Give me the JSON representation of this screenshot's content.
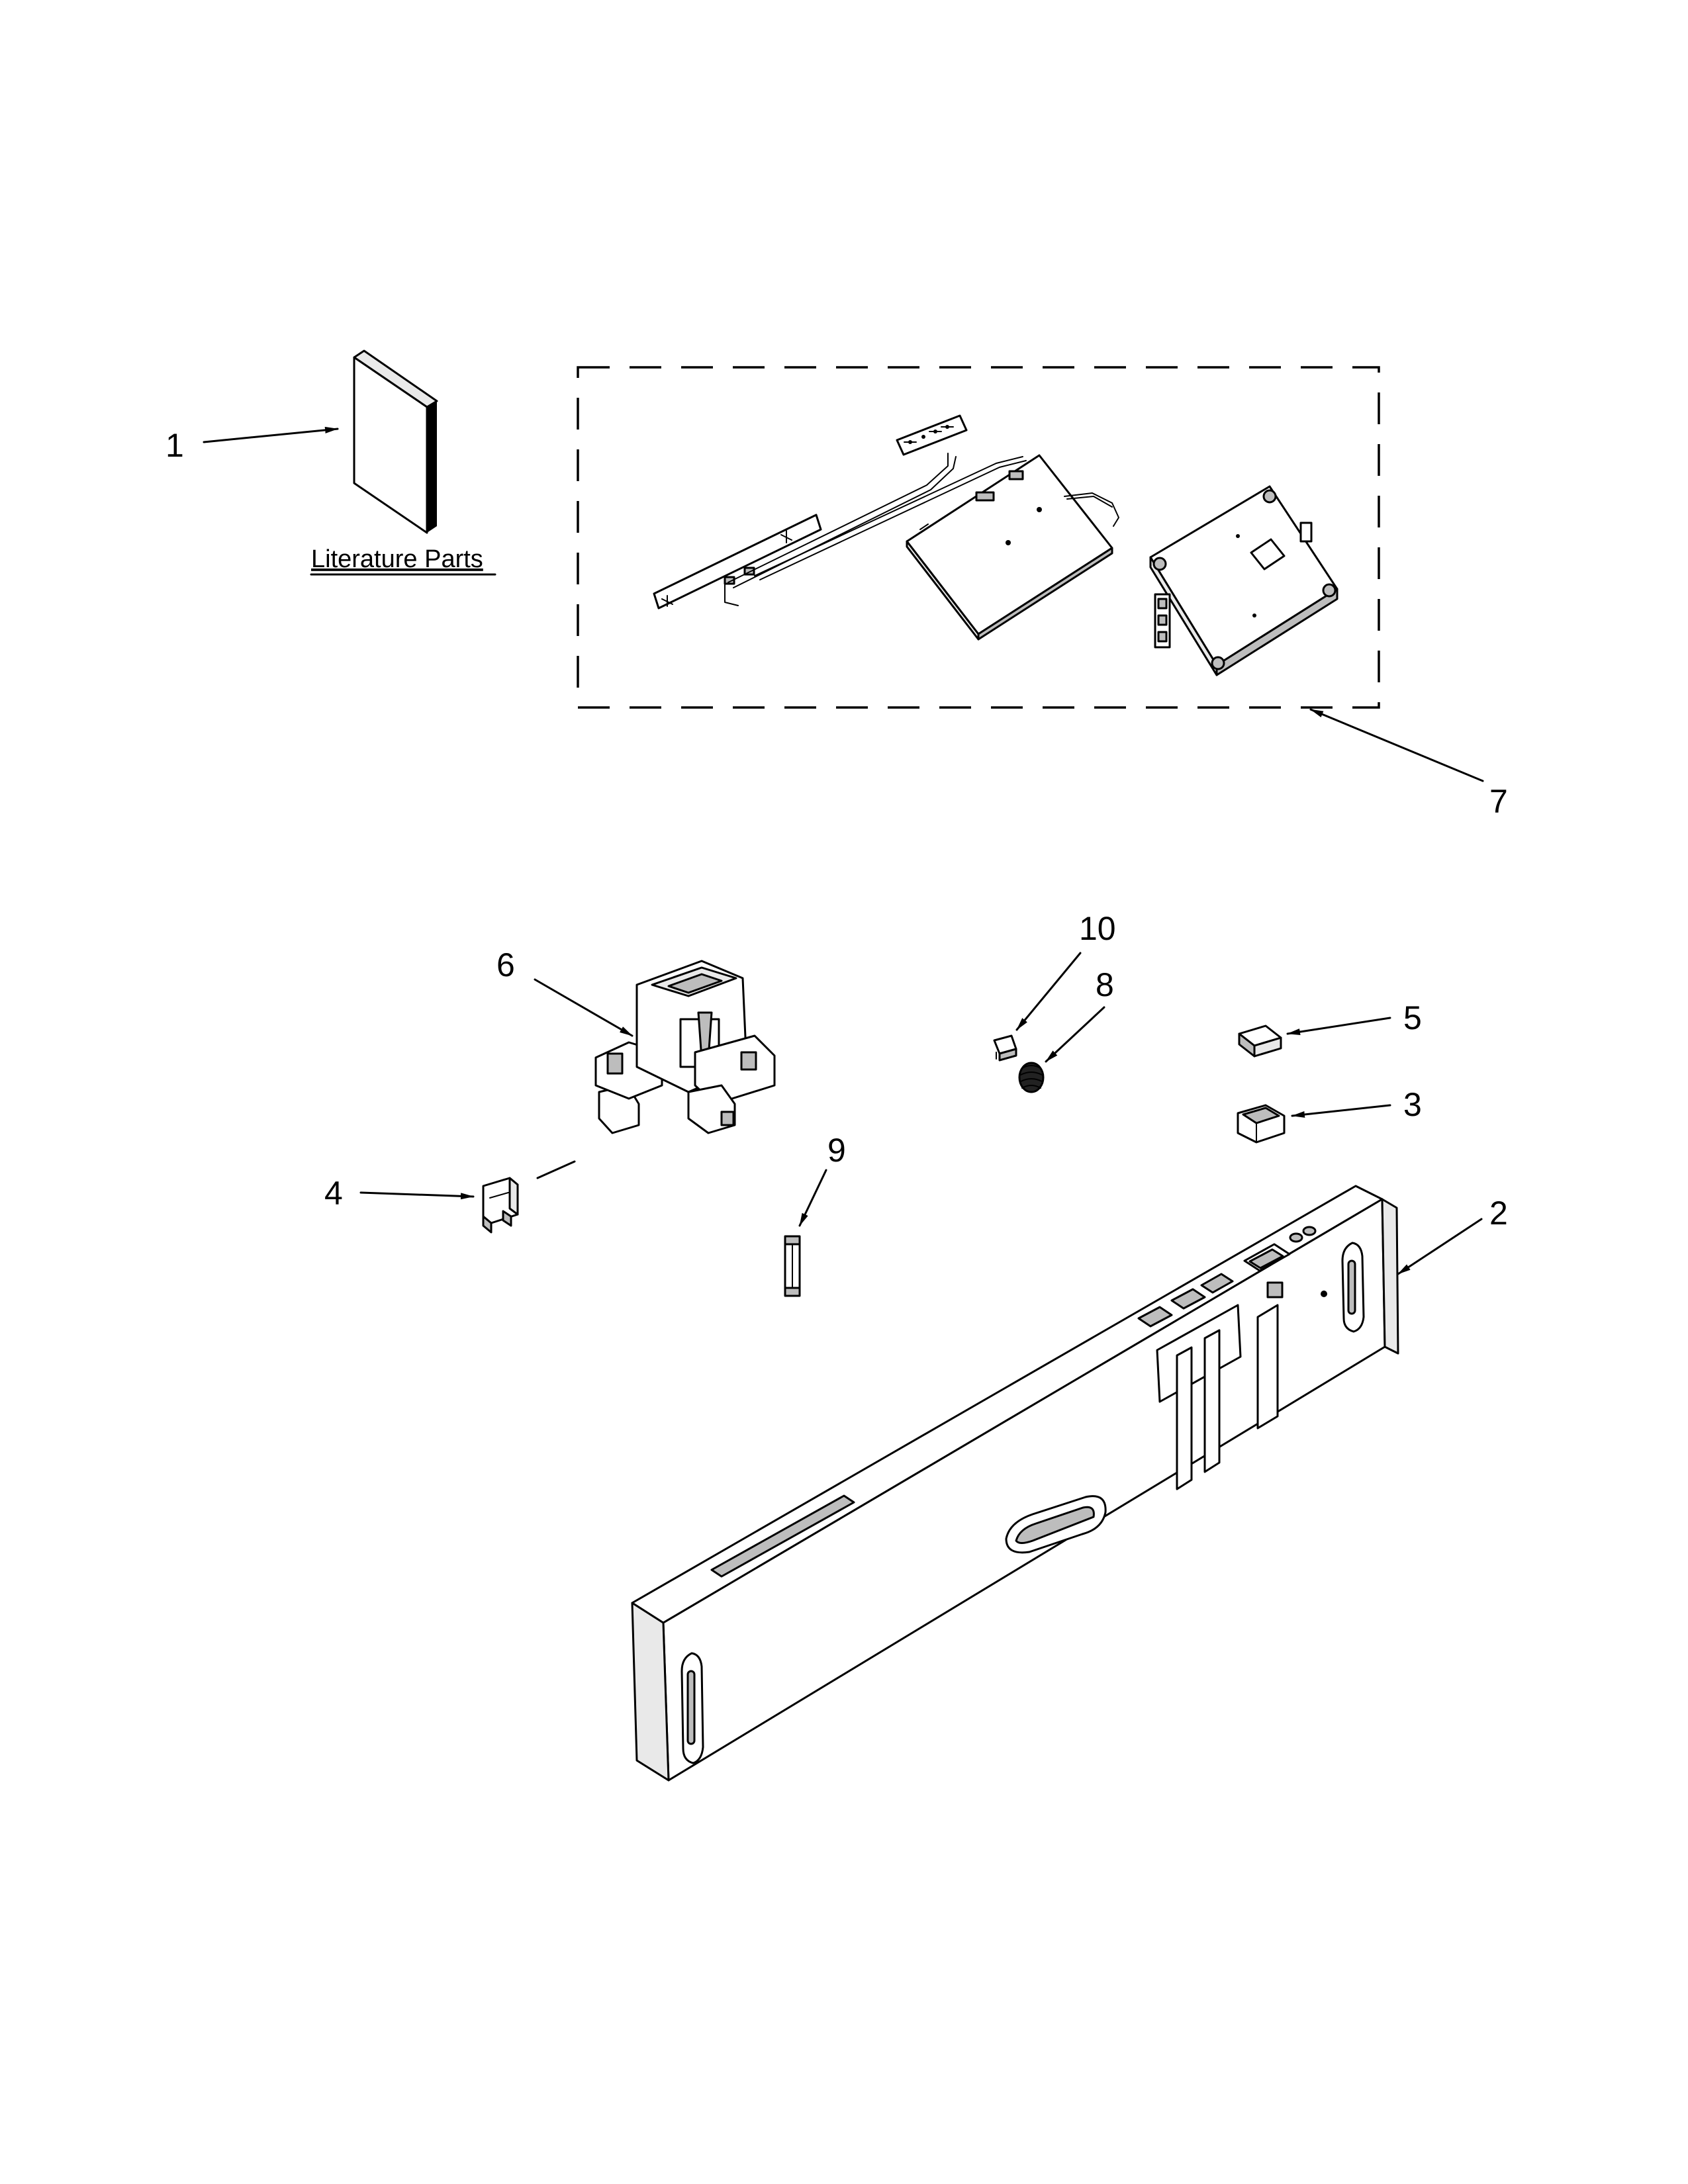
{
  "callouts": {
    "c1": "1",
    "c2": "2",
    "c3": "3",
    "c4": "4",
    "c5": "5",
    "c6": "6",
    "c7": "7",
    "c8": "8",
    "c9": "9",
    "c10": "10"
  },
  "literature_label": "Literature Parts"
}
